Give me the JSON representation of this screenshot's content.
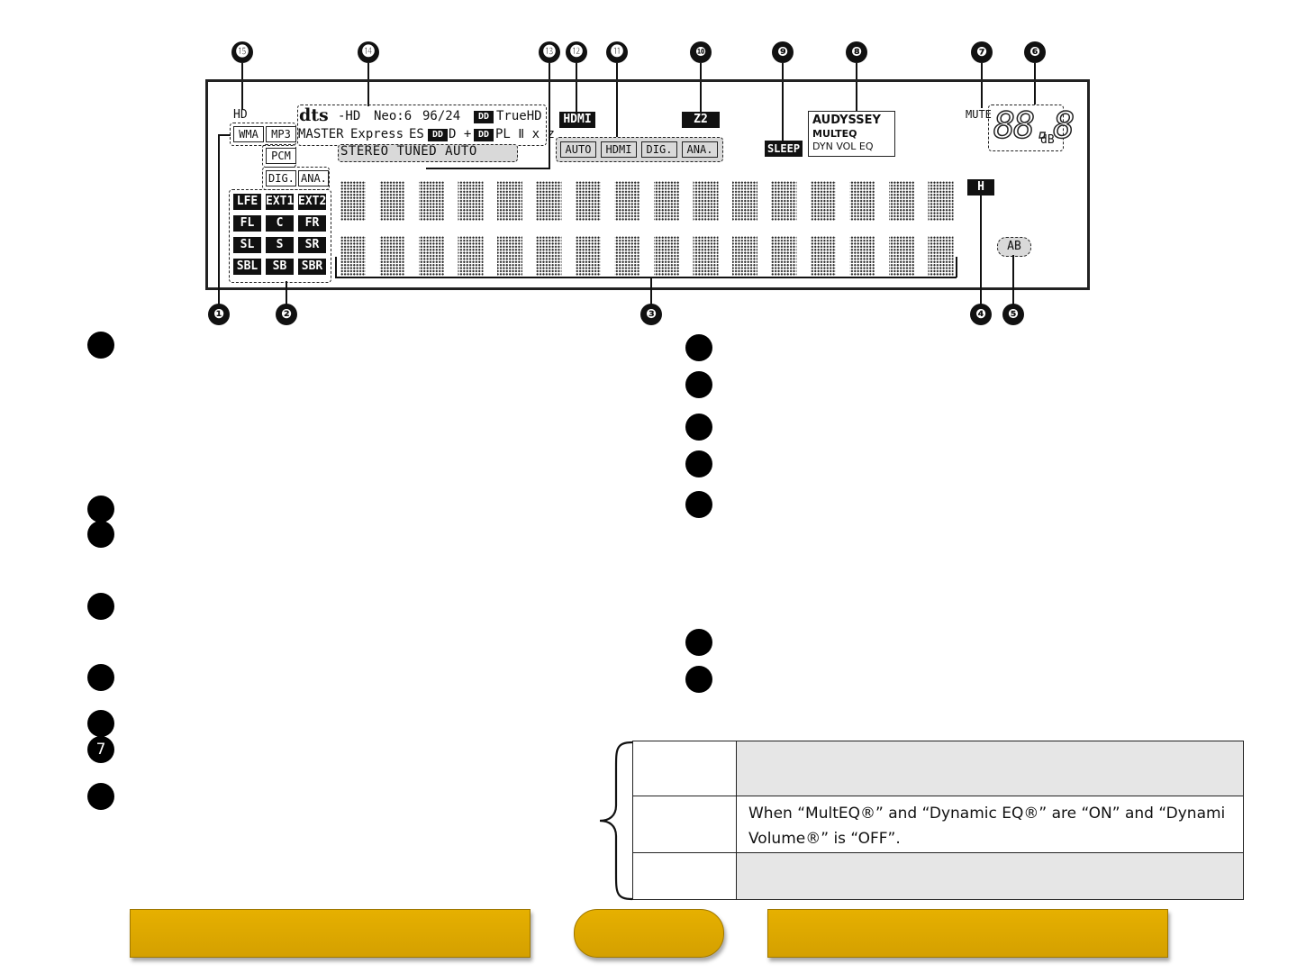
{
  "callouts": [
    "❶",
    "❷",
    "❸",
    "❹",
    "❺",
    "❻",
    "❼",
    "❽",
    "❾",
    "❿",
    "⓫",
    "⓬",
    "⓭",
    "⓮",
    "⓯"
  ],
  "panel": {
    "hd": "HD",
    "wma": "WMA",
    "mp3": "MP3",
    "pcm": "PCM",
    "dig": "DIG.",
    "ana": "ANA.",
    "channels": [
      "LFE",
      "EXT1",
      "EXT2",
      "FL",
      "C",
      "FR",
      "SL",
      "S",
      "SR",
      "SBL",
      "SB",
      "SBR"
    ],
    "dts": "dts",
    "dts_hd": "-HD",
    "neo6": "Neo:6",
    "r9624": "96/24",
    "truehd": "TrueHD",
    "master": "MASTER",
    "express": "Express",
    "es": "ES",
    "dplus": "D +",
    "pl2": "PL Ⅱ x z",
    "dd_symbol": "DD",
    "stereo_line": "STEREO TUNED AUTO",
    "hdmi_badge": "HDMI",
    "inputs": [
      "AUTO",
      "HDMI",
      "DIG.",
      "ANA."
    ],
    "z2": "Z2",
    "sleep": "SLEEP",
    "audyssey": "AUDYSSEY",
    "multeq": "MULTEQ",
    "dynvol": "DYN VOL EQ",
    "mute": "MUTE",
    "volume_digits": "88.8",
    "db": "dB",
    "h": "H",
    "ab": "AB"
  },
  "left_bullet_7": "7",
  "table": {
    "row2_text": "When “MultEQ®” and “Dynamic EQ®” are “ON” and “Dynami Volume®” is “OFF”."
  }
}
